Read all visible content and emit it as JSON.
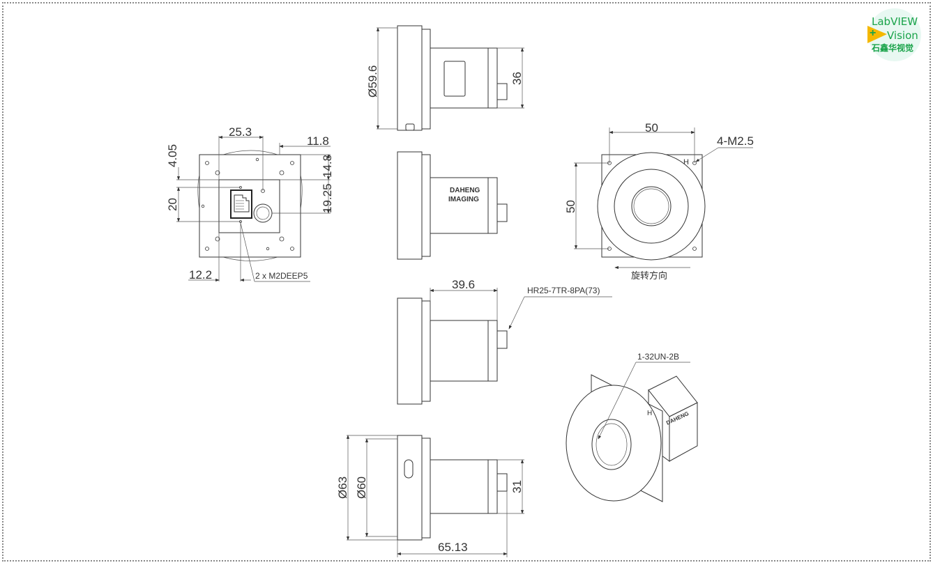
{
  "logo": {
    "line1": "LabVIEW",
    "line2": "Vision",
    "line3": "石鑫华视觉",
    "green": "#1aa34a",
    "yellow": "#f5b800"
  },
  "back_view": {
    "dim_width": "25.3",
    "dim_right": "11.8",
    "dim_top": "4.05",
    "dim_h1": "14.8",
    "dim_h2": "19.25",
    "dim_left": "20",
    "dim_bottom": "12.2",
    "screw_note": "2 x  M2DEEP5"
  },
  "side_view_top": {
    "dim_diameter": "Ø59.6",
    "dim_height": "36"
  },
  "side_view_middle": {
    "brand_line1": "DAHENG",
    "brand_line2": "IMAGING"
  },
  "side_view_lower": {
    "dim_length": "39.6",
    "connector_note": "HR25-7TR-8PA(73)"
  },
  "bottom_view": {
    "dim_outer": "Ø63",
    "dim_inner": "Ø60",
    "dim_height": "31",
    "dim_length": "65.13"
  },
  "front_view": {
    "dim_width": "50",
    "dim_height": "50",
    "thread_note": "4-M2.5",
    "mark_h": "H",
    "rotation_label": "旋转方向"
  },
  "iso_view": {
    "mount_note": "1-32UN-2B",
    "mark_h": "H"
  }
}
